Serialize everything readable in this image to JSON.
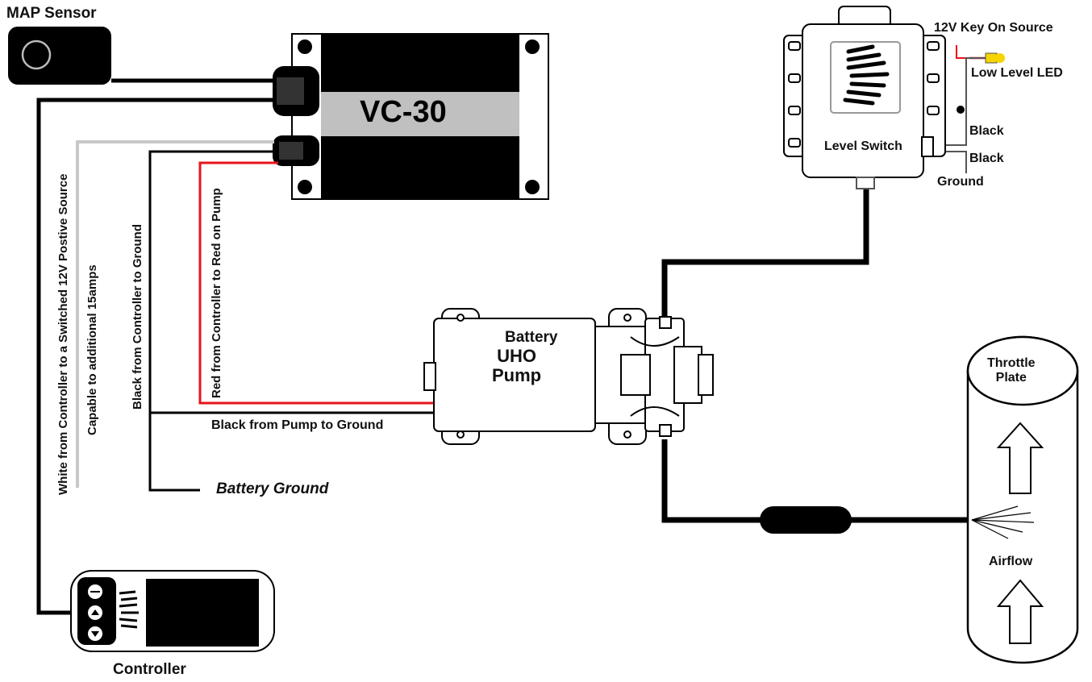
{
  "labels": {
    "map_sensor": "MAP Sensor",
    "vc30": "VC-30",
    "key_on_source": "12V Key On Source",
    "low_level_led": "Low Level LED",
    "level_switch": "Level Switch",
    "black_1": "Black",
    "black_2": "Black",
    "ground": "Ground",
    "white_wire": "White from Controller to a Switched 12V Postive Source",
    "capable": "Capable to additional 15amps",
    "black_controller_ground": "Black from Controller to Ground",
    "red_controller_pump": "Red from Controller to Red on Pump",
    "battery": "Battery",
    "uho_pump": "UHO\nPump",
    "black_pump_ground": "Black from Pump to Ground",
    "battery_ground": "Battery Ground",
    "throttle_plate": "Throttle\nPlate",
    "airflow": "Airflow",
    "controller": "Controller"
  },
  "colors": {
    "wire_black": "#000000",
    "wire_red": "#e8141c",
    "wire_white": "#c8c8c8",
    "vc30_band": "#c0c0c0",
    "led_yellow": "#f5d400"
  }
}
